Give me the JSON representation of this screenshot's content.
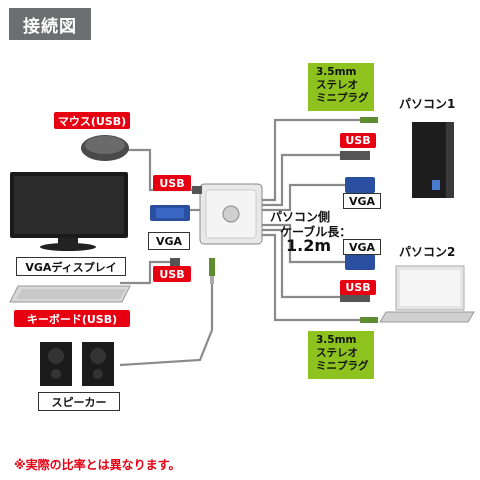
{
  "title": "接続図",
  "labels": {
    "mouse": "マウス(USB)",
    "usb_mouse": "USB",
    "vga_monitor": "VGA",
    "usb_keyboard": "USB",
    "vga_display": "VGAディスプレイ",
    "keyboard": "キーボード(USB)",
    "speaker": "スピーカー",
    "pc1": "パソコン1",
    "pc2": "パソコン2",
    "usb_pc1": "USB",
    "vga_pc1": "VGA",
    "vga_pc2": "VGA",
    "usb_pc2": "USB",
    "cable_side": "パソコン側",
    "cable_len_label": "ケーブル長：",
    "cable_len": "1.2m",
    "mini_plug_top": [
      "3.5mm",
      "ステレオ",
      "ミニプラグ"
    ],
    "mini_plug_bottom": [
      "3.5mm",
      "ステレオ",
      "ミニプラグ"
    ],
    "note": "※実際の比率とは異なります。"
  },
  "colors": {
    "red": "#e60012",
    "green": "#8dc21f",
    "title_bg": "#6d6e71",
    "cable": "#8a8a8a"
  }
}
